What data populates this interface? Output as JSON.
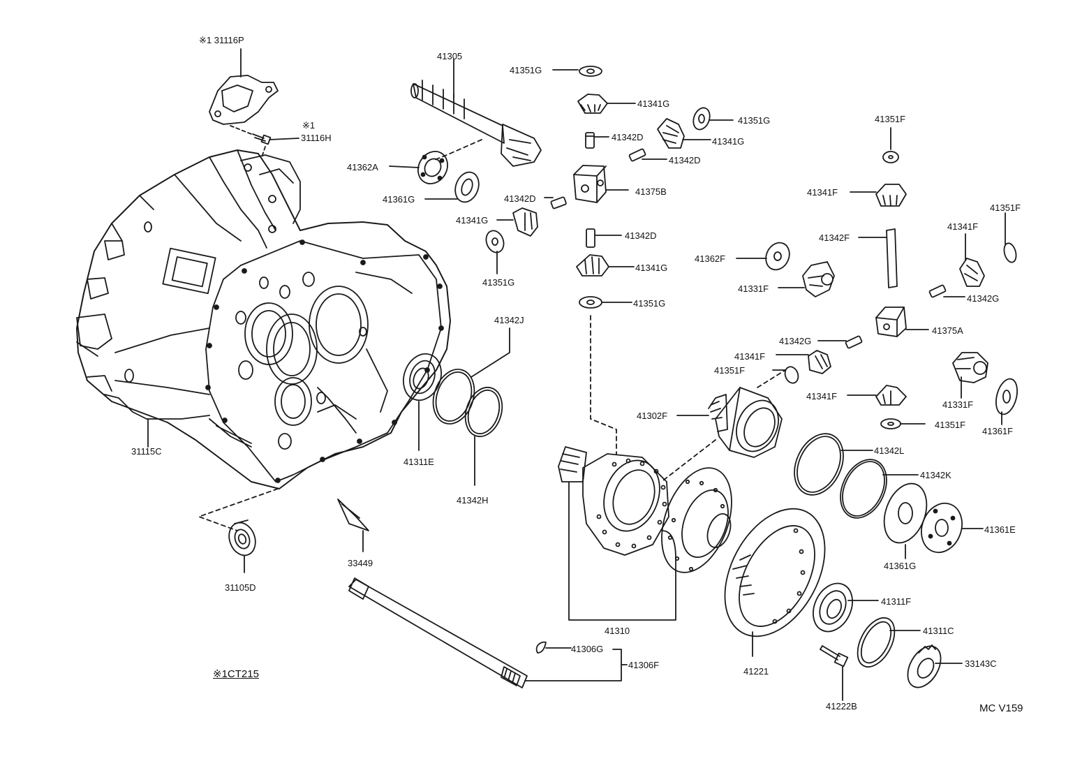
{
  "labels": {
    "p31116P": "※1 31116P",
    "star31116H": "※1",
    "p31116H": "31116H",
    "p31115C": "31115C",
    "p31105D": "31105D",
    "p33449": "33449",
    "p41305": "41305",
    "p41362A": "41362A",
    "p41361G_a": "41361G",
    "p41311E": "41311E",
    "p41342J": "41342J",
    "p41342H": "41342H",
    "p41351G_a": "41351G",
    "p41341G_a": "41341G",
    "p41342D_a": "41342D",
    "p41351G_b": "41351G",
    "p41341G_b": "41341G",
    "p41342D_b": "41342D",
    "p41375B": "41375B",
    "p41342D_c": "41342D",
    "p41341G_c": "41341G",
    "p41351G_c": "41351G",
    "p41342D_d": "41342D",
    "p41341G_d": "41341G",
    "p41351G_d": "41351G",
    "p41351F_a": "41351F",
    "p41341F_a": "41341F",
    "p41351F_b": "41351F",
    "p41341F_b": "41341F",
    "p41342F": "41342F",
    "p41362F": "41362F",
    "p41331F_a": "41331F",
    "p41342G_a": "41342G",
    "p41375A": "41375A",
    "p41342G_b": "41342G",
    "p41341F_c": "41341F",
    "p41351F_c": "41351F",
    "p41341F_d": "41341F",
    "p41331F_b": "41331F",
    "p41361F": "41361F",
    "p41351F_d": "41351F",
    "p41302F": "41302F",
    "p41342L": "41342L",
    "p41342K": "41342K",
    "p41361E": "41361E",
    "p41361G_b": "41361G",
    "p41310": "41310",
    "p41311F": "41311F",
    "p41311C": "41311C",
    "p33143C": "33143C",
    "p41221": "41221",
    "p41222B": "41222B",
    "p41306G": "41306G",
    "p41306F": "41306F",
    "note": "※1CT215",
    "code": "MC V159"
  }
}
